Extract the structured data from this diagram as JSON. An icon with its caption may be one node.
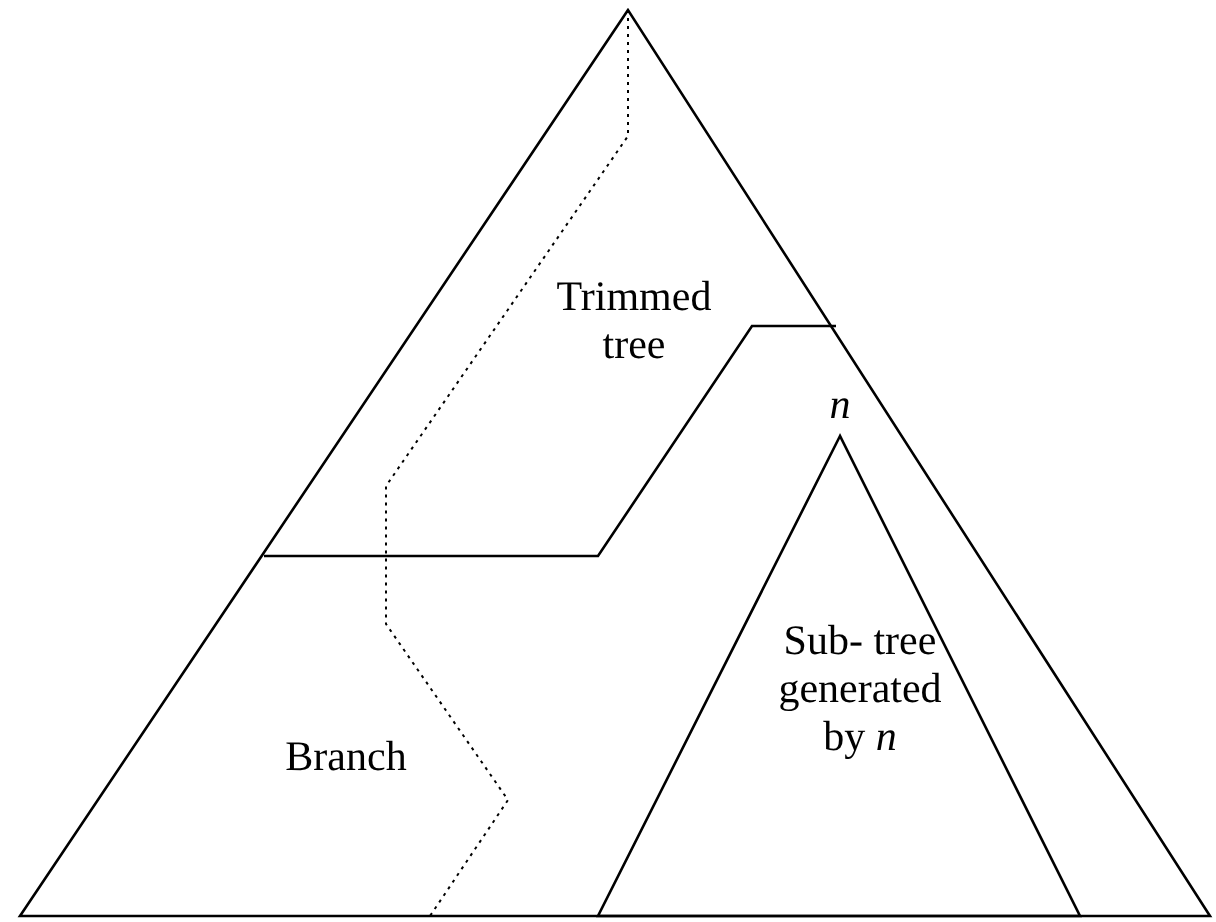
{
  "diagram": {
    "nodes": [
      {
        "text": [
          "Trimmed tree"
        ]
      },
      {
        "text": [
          "Sub- tree generated by *n*"
        ],
        "beside": [
          "*n*"
        ]
      }
    ],
    "labels": [
      "Branch"
    ]
  }
}
